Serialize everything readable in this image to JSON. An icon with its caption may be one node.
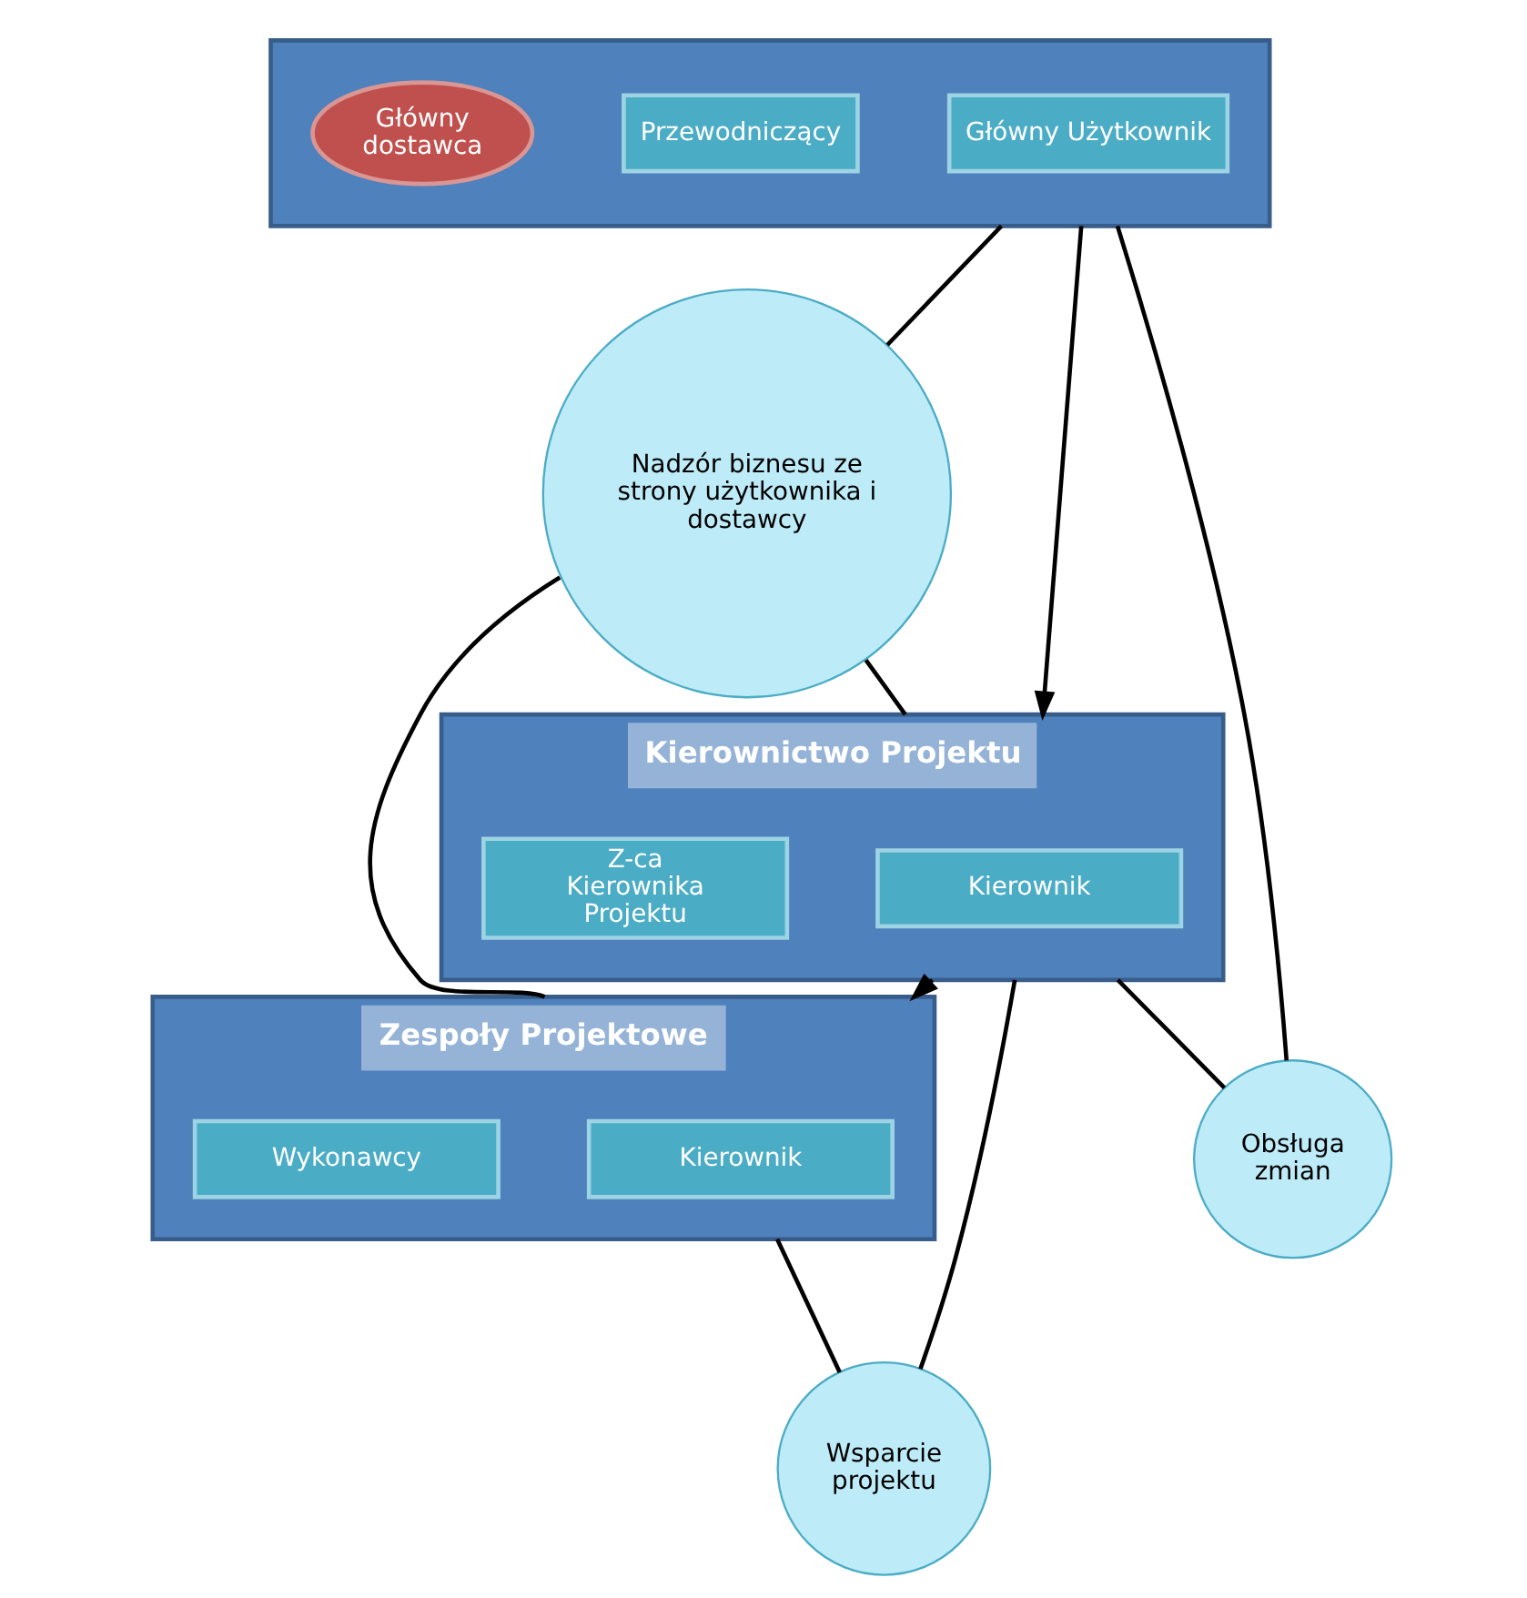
{
  "diagram": {
    "nodes": [
      {
        "text": [],
        "shape": "box"
      },
      {
        "text": [
          "Główny Użytkownik"
        ],
        "in": 0
      },
      {
        "text": [
          "Przewodniczący"
        ],
        "in": 0
      },
      {
        "text": [
          "Główny dostawca"
        ],
        "in": 0
      },
      {
        "text": [
          "Kierownictwo Projektu"
        ]
      },
      {
        "text": [
          "Kierownik"
        ],
        "in": 4
      },
      {
        "text": [
          "Z-ca Kierownika Projektu"
        ],
        "in": 4
      },
      {
        "text": [
          "Nadzór biznesu ze strony użytkownika i dostawcy"
        ]
      },
      {
        "text": [
          "Obsługa zmian"
        ]
      },
      {
        "text": [
          "Zespoły Projektowe"
        ]
      },
      {
        "text": [
          "Kierownik"
        ],
        "in": 9
      },
      {
        "text": [
          "Wykonawcy"
        ],
        "in": 9
      },
      {
        "text": [
          "Wsparcie projektu"
        ]
      }
    ],
    "edges": [
      {
        "from": 0,
        "to": 4,
        "arrow": "to"
      },
      {
        "from": 0,
        "to": 7,
        "arrow": "none"
      },
      {
        "from": 0,
        "to": 8,
        "arrow": "none"
      },
      {
        "from": 7,
        "to": 4,
        "arrow": "none"
      },
      {
        "from": 4,
        "to": 8,
        "arrow": "none"
      },
      {
        "from": 4,
        "to": 9,
        "arrow": "to"
      },
      {
        "from": 7,
        "to": 9,
        "arrow": "none"
      },
      {
        "from": 4,
        "to": 12,
        "arrow": "none"
      },
      {
        "from": 9,
        "to": 12,
        "arrow": "none"
      }
    ]
  }
}
